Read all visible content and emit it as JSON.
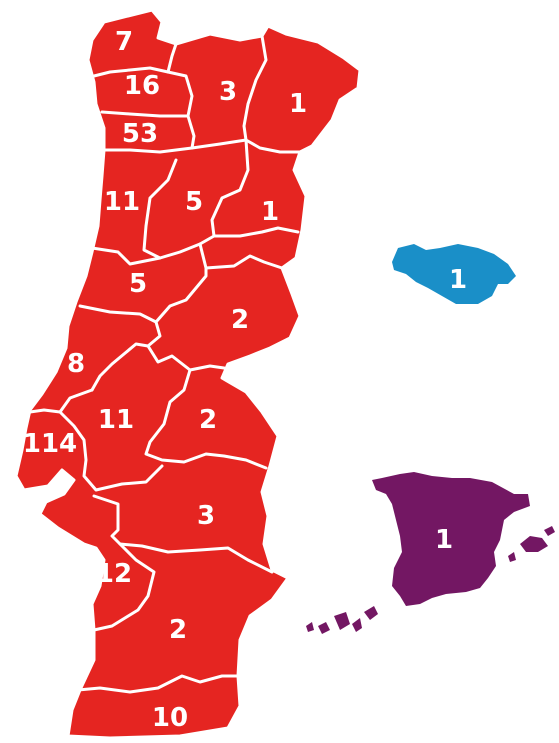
{
  "colors": {
    "portugal": "#e52521",
    "madeira": "#1a8fc8",
    "spain": "#731763",
    "label": "#ffffff"
  },
  "regions": [
    {
      "id": "viana-do-castelo",
      "count": "7"
    },
    {
      "id": "braga",
      "count": "16"
    },
    {
      "id": "vila-real",
      "count": "3"
    },
    {
      "id": "braganca",
      "count": "1"
    },
    {
      "id": "porto",
      "count": "53"
    },
    {
      "id": "aveiro",
      "count": "11"
    },
    {
      "id": "viseu",
      "count": "5"
    },
    {
      "id": "guarda",
      "count": "1"
    },
    {
      "id": "coimbra",
      "count": "5"
    },
    {
      "id": "castelo-branco",
      "count": "2"
    },
    {
      "id": "leiria",
      "count": "8"
    },
    {
      "id": "santarem",
      "count": "11"
    },
    {
      "id": "portalegre",
      "count": "2"
    },
    {
      "id": "lisboa",
      "count": "114"
    },
    {
      "id": "evora",
      "count": "3"
    },
    {
      "id": "setubal",
      "count": "12"
    },
    {
      "id": "beja",
      "count": "2"
    },
    {
      "id": "faro",
      "count": "10"
    }
  ],
  "madeira": {
    "count": "1"
  },
  "spain": {
    "count": "1"
  }
}
